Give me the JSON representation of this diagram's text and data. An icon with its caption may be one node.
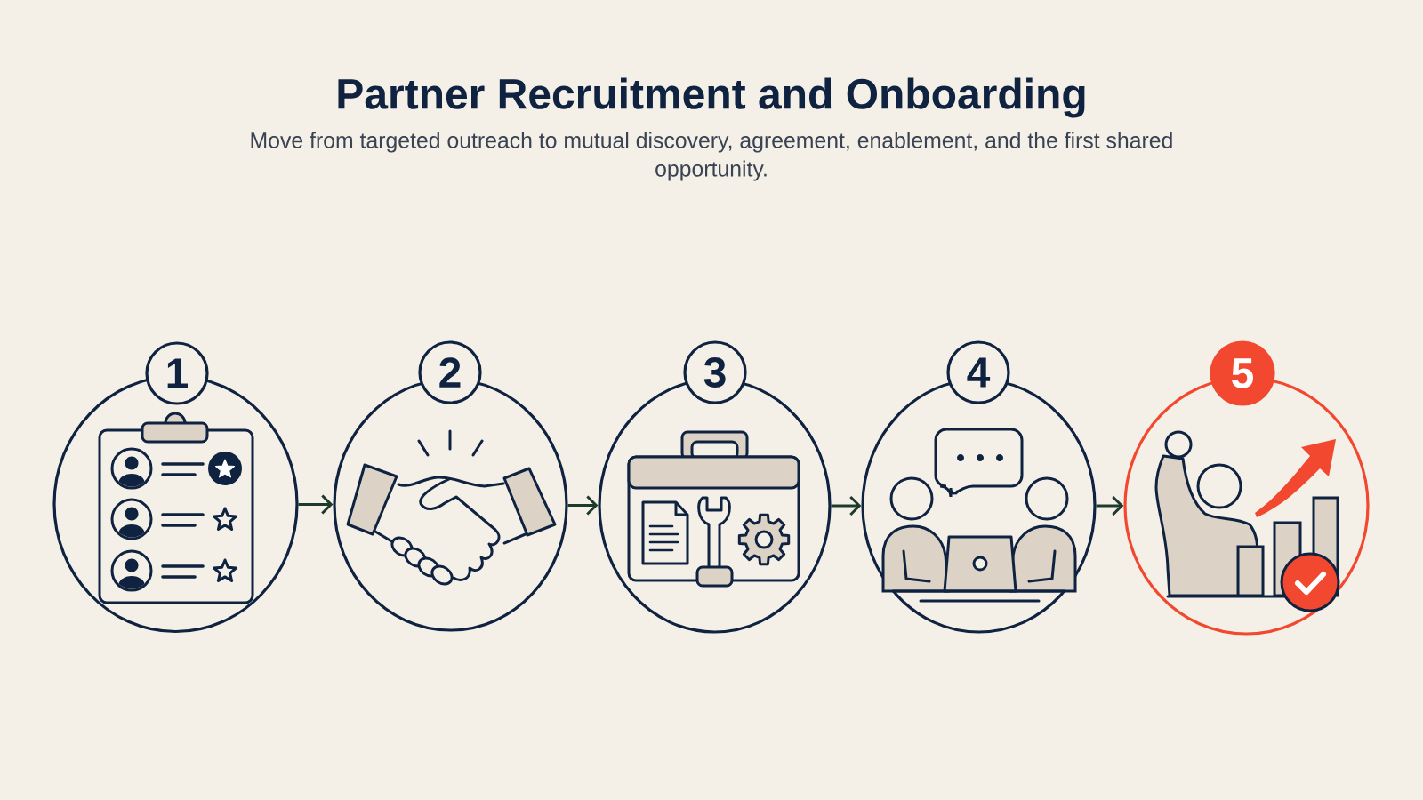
{
  "diagram": {
    "title": "Partner Recruitment and Onboarding",
    "nodes": [
      {
        "text": [
          "1"
        ]
      },
      {
        "text": [
          "2"
        ]
      },
      {
        "text": [
          "3"
        ]
      },
      {
        "text": [
          "4"
        ]
      },
      {
        "text": [
          "5"
        ]
      }
    ],
    "edges": [
      {
        "from": 0,
        "to": 1,
        "arrow": "to"
      },
      {
        "from": 1,
        "to": 2,
        "arrow": "to"
      },
      {
        "from": 2,
        "to": 3,
        "arrow": "to"
      },
      {
        "from": 3,
        "to": 4,
        "arrow": "to"
      }
    ],
    "labels": [
      "Move from targeted outreach to mutual discovery, agreement, enablement, and the first shared opportunity."
    ]
  }
}
